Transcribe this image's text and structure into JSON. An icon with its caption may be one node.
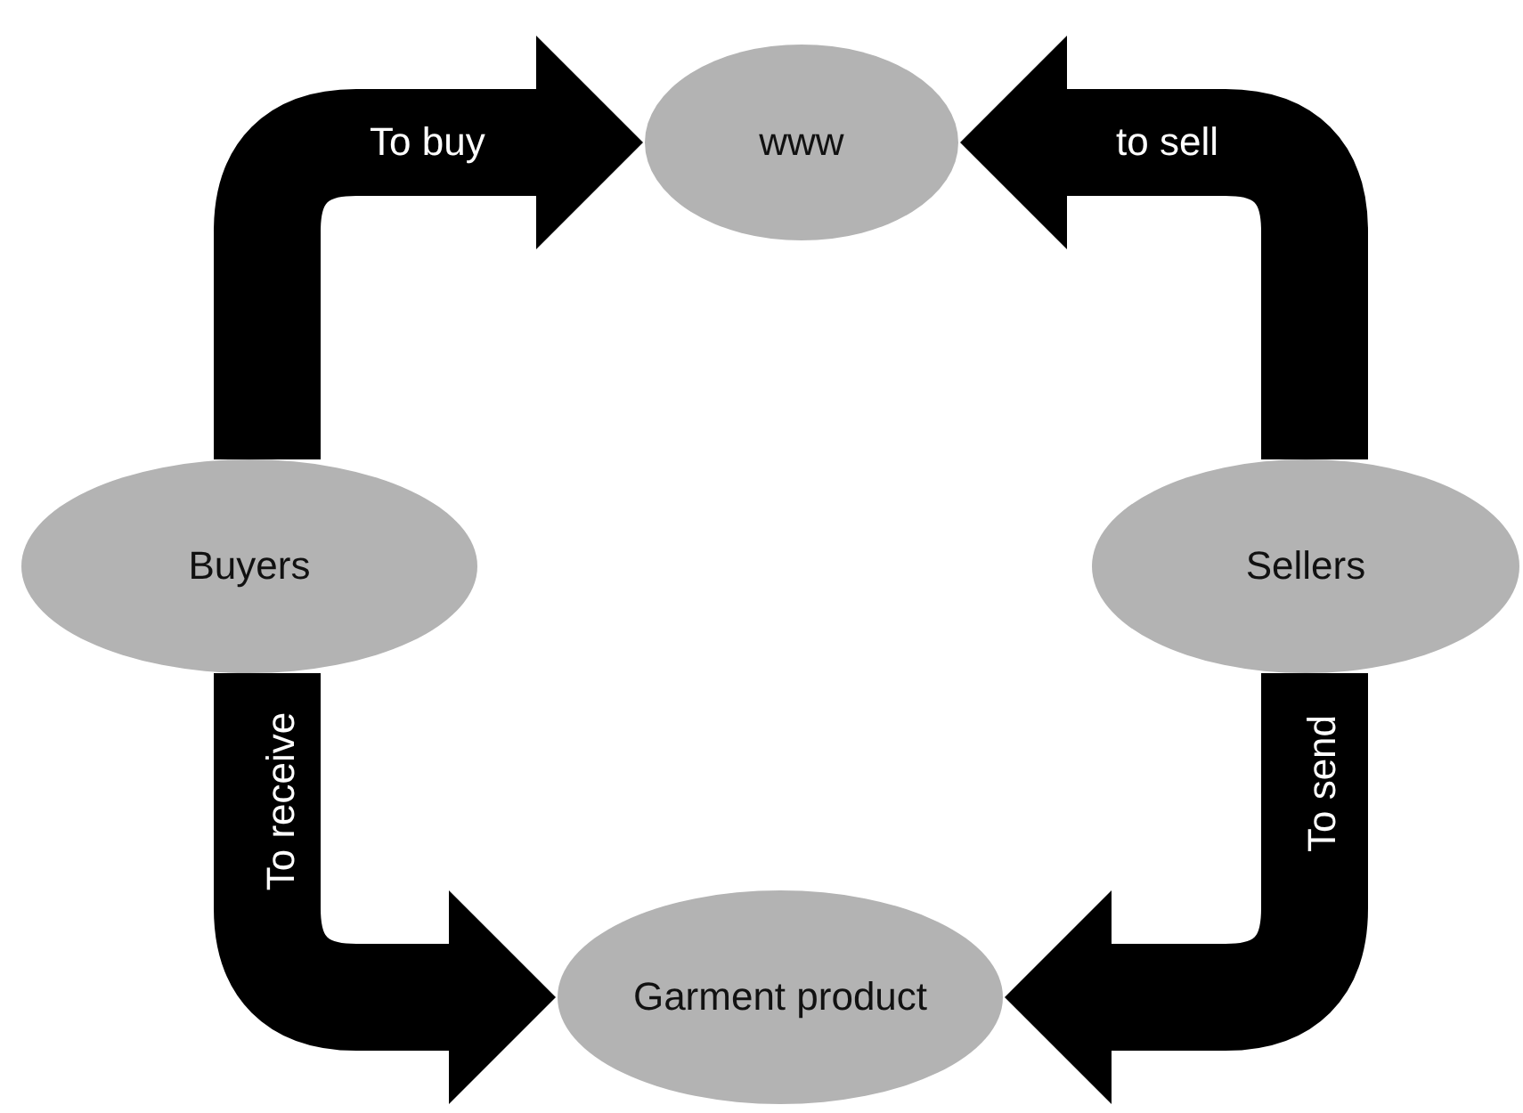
{
  "diagram": {
    "nodes": [
      {
        "text": [
          "www"
        ]
      },
      {
        "text": [
          "Buyers"
        ]
      },
      {
        "text": [
          "Sellers"
        ]
      },
      {
        "text": [
          "Garment product"
        ]
      }
    ],
    "edges": [
      {
        "from": 1,
        "to": 0,
        "arrow": "to",
        "label": "To buy"
      },
      {
        "from": 2,
        "to": 0,
        "arrow": "to",
        "label": "to sell"
      },
      {
        "from": 1,
        "to": 3,
        "arrow": "to",
        "label": "To receive"
      },
      {
        "from": 2,
        "to": 3,
        "arrow": "to",
        "label": "To send"
      }
    ]
  }
}
